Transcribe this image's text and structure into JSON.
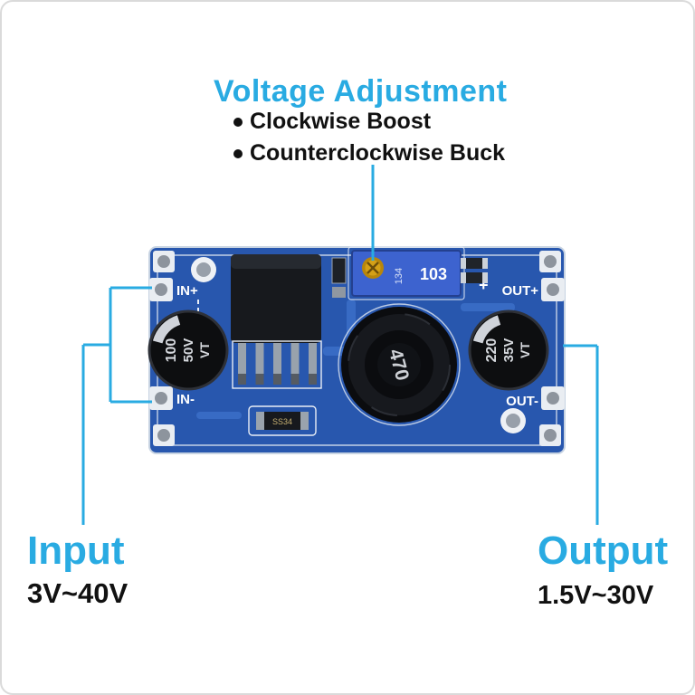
{
  "colors": {
    "accent": "#29abe2",
    "pcb_blue": "#2857ae",
    "silkscreen": "#e9eef6"
  },
  "annotations": {
    "voltage_adjustment": {
      "title": "Voltage Adjustment",
      "bullets": [
        "Clockwise Boost",
        "Counterclockwise Buck"
      ]
    },
    "input": {
      "title": "Input",
      "range": "3V~40V"
    },
    "output": {
      "title": "Output",
      "range": "1.5V~30V"
    }
  },
  "board": {
    "pads": {
      "in_plus": "IN+",
      "in_minus": "IN-",
      "out_plus": "OUT+",
      "out_minus": "OUT-",
      "plus_mark": "+"
    },
    "components": {
      "input_capacitor": {
        "line1": "100",
        "line2": "50V",
        "line3": "VT"
      },
      "output_capacitor": {
        "line1": "220",
        "line2": "35V",
        "line3": "VT"
      },
      "inductor_value": "470",
      "potentiometer_value": "103",
      "potentiometer_side": "134",
      "diode": "SS34"
    }
  }
}
